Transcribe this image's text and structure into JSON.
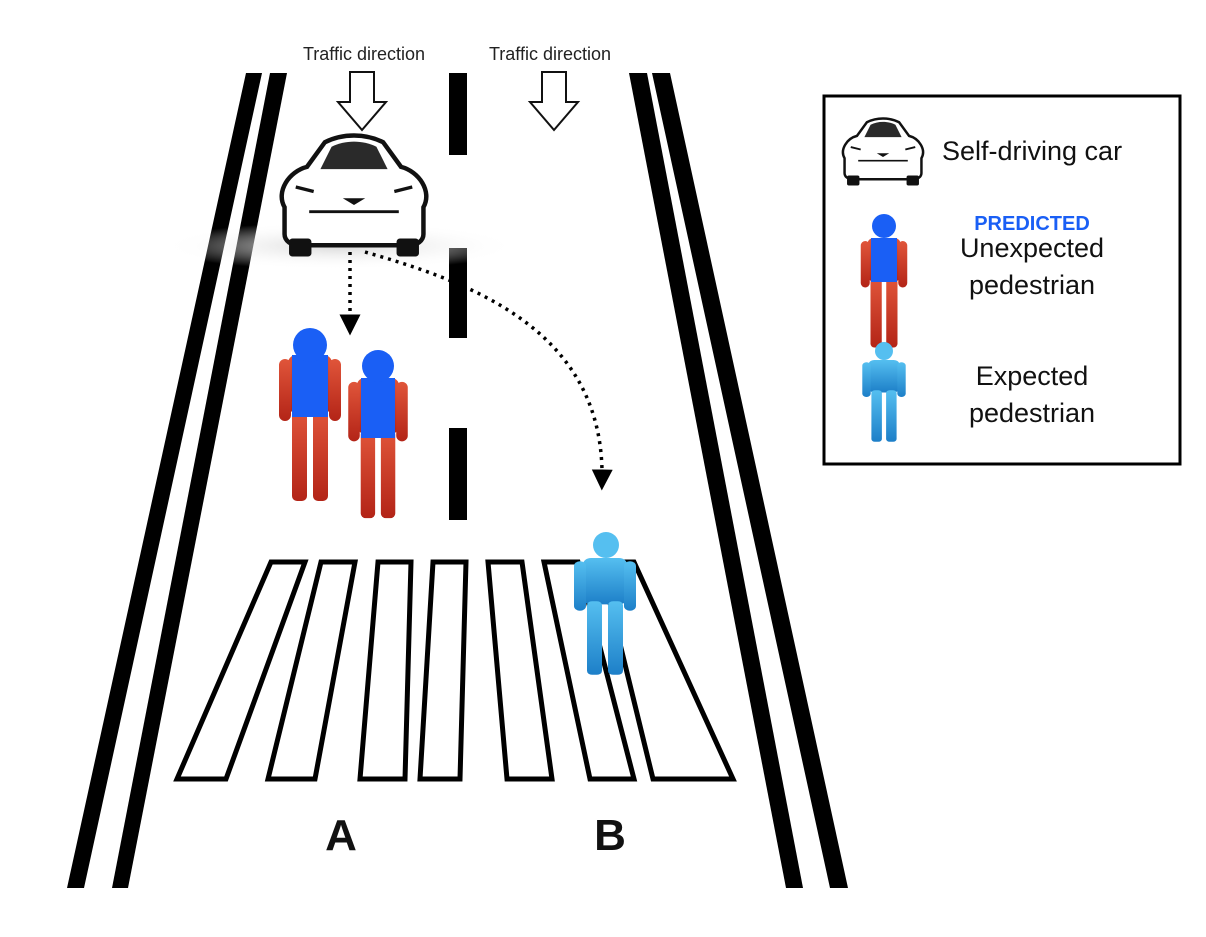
{
  "road": {
    "traffic_labels": [
      "Traffic direction",
      "Traffic direction"
    ],
    "lane_labels": [
      "A",
      "B"
    ]
  },
  "legend": {
    "items": [
      {
        "label": "Self-driving car",
        "icon": "car-icon"
      },
      {
        "tag": "PREDICTED",
        "label_lines": [
          "Unexpected",
          "pedestrian"
        ],
        "icon": "unexpected-pedestrian-icon"
      },
      {
        "label_lines": [
          "Expected",
          "pedestrian"
        ],
        "icon": "expected-pedestrian-icon"
      }
    ]
  },
  "colors": {
    "predicted_blue": "#1a5ff5",
    "unexpected_red": "#c8321e",
    "expected_blue": "#3aa6e6",
    "line": "#000000"
  }
}
